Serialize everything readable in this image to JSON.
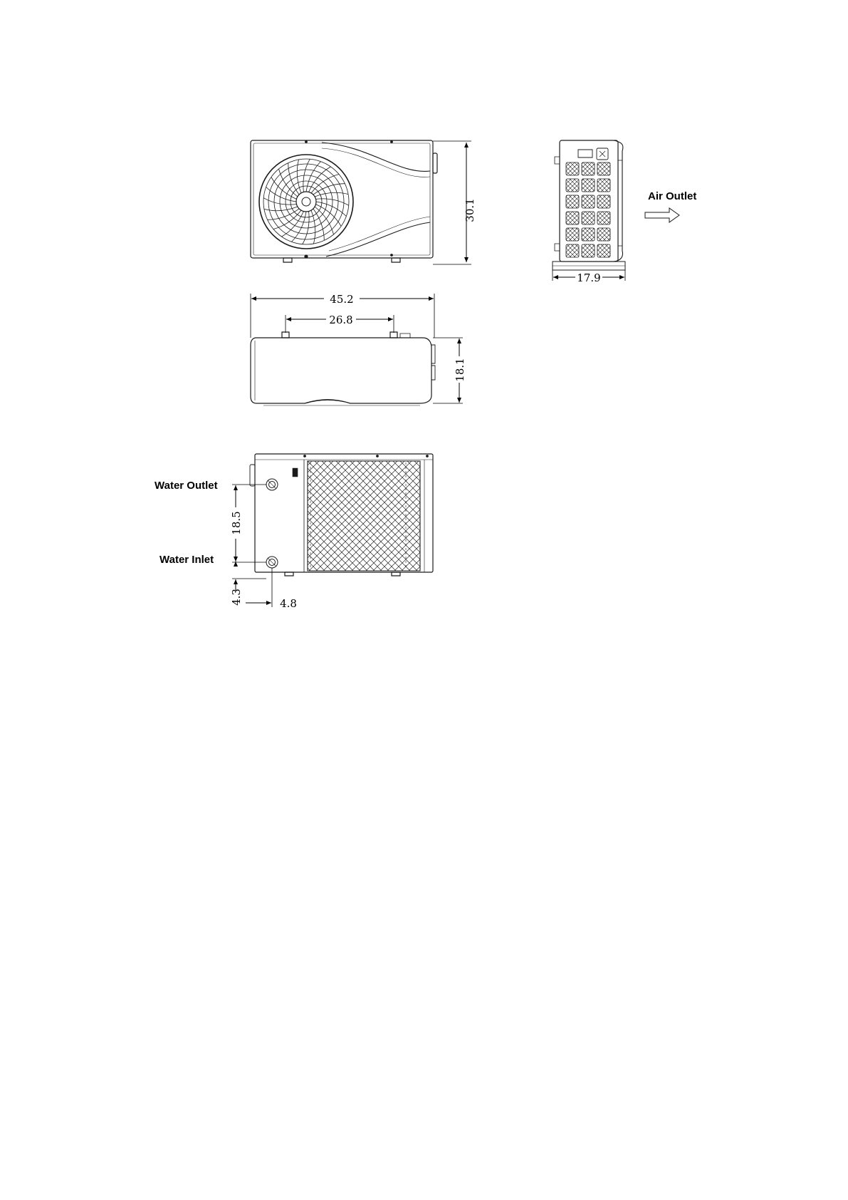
{
  "labels": {
    "air_outlet": "Air Outlet",
    "water_outlet": "Water Outlet",
    "water_inlet": "Water Inlet"
  },
  "dimensions": {
    "height": "30.1",
    "depth": "17.9",
    "width": "45.2",
    "pipe_spacing": "26.8",
    "top_depth": "18.1",
    "pipe_vertical": "18.5",
    "inlet_from_bottom": "4.3",
    "inlet_from_side": "4.8"
  },
  "colors": {
    "line": "#1a1a1a",
    "background": "#ffffff"
  }
}
